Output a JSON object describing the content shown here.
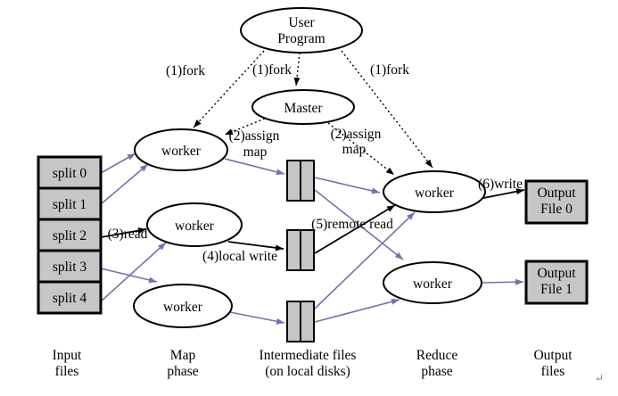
{
  "diagram": {
    "title_semantic": "MapReduce execution overview diagram",
    "nodes": {
      "user_program": {
        "line1": "User",
        "line2": "Program"
      },
      "master": {
        "label": "Master"
      },
      "map_worker_1": {
        "label": "worker"
      },
      "map_worker_2": {
        "label": "worker"
      },
      "map_worker_3": {
        "label": "worker"
      },
      "reduce_worker_1": {
        "label": "worker"
      },
      "reduce_worker_2": {
        "label": "worker"
      }
    },
    "splits": [
      {
        "label": "split 0"
      },
      {
        "label": "split 1"
      },
      {
        "label": "split 2"
      },
      {
        "label": "split 3"
      },
      {
        "label": "split 4"
      }
    ],
    "outputs": [
      {
        "line1": "Output",
        "line2": "File 0"
      },
      {
        "line1": "Output",
        "line2": "File 1"
      }
    ],
    "edge_labels": {
      "fork_left": "(1)fork",
      "fork_center": "(1)fork",
      "fork_right": "(1)fork",
      "assign_left_line1": "(2)assign",
      "assign_left_line2": "map",
      "assign_right_line1": "(2)assign",
      "assign_right_line2": "map",
      "read": "(3)read",
      "local_write": "(4)local write",
      "remote_read": "(5)remote read",
      "write": "(6)write"
    },
    "phase_labels": [
      {
        "line1": "Input",
        "line2": "files"
      },
      {
        "line1": "Map",
        "line2": "phase"
      },
      {
        "line1": "Intermediate files",
        "line2": "(on local disks)"
      },
      {
        "line1": "Reduce",
        "line2": "phase"
      },
      {
        "line1": "Output",
        "line2": "files"
      }
    ],
    "return_mark": "↵",
    "colors": {
      "data_flow_arrow": "#7272ad",
      "control_arrow": "#000000",
      "node_fill": "#ffffff",
      "file_fill": "#c6c6c6",
      "border": "#000000",
      "background": "#ffffff"
    }
  }
}
